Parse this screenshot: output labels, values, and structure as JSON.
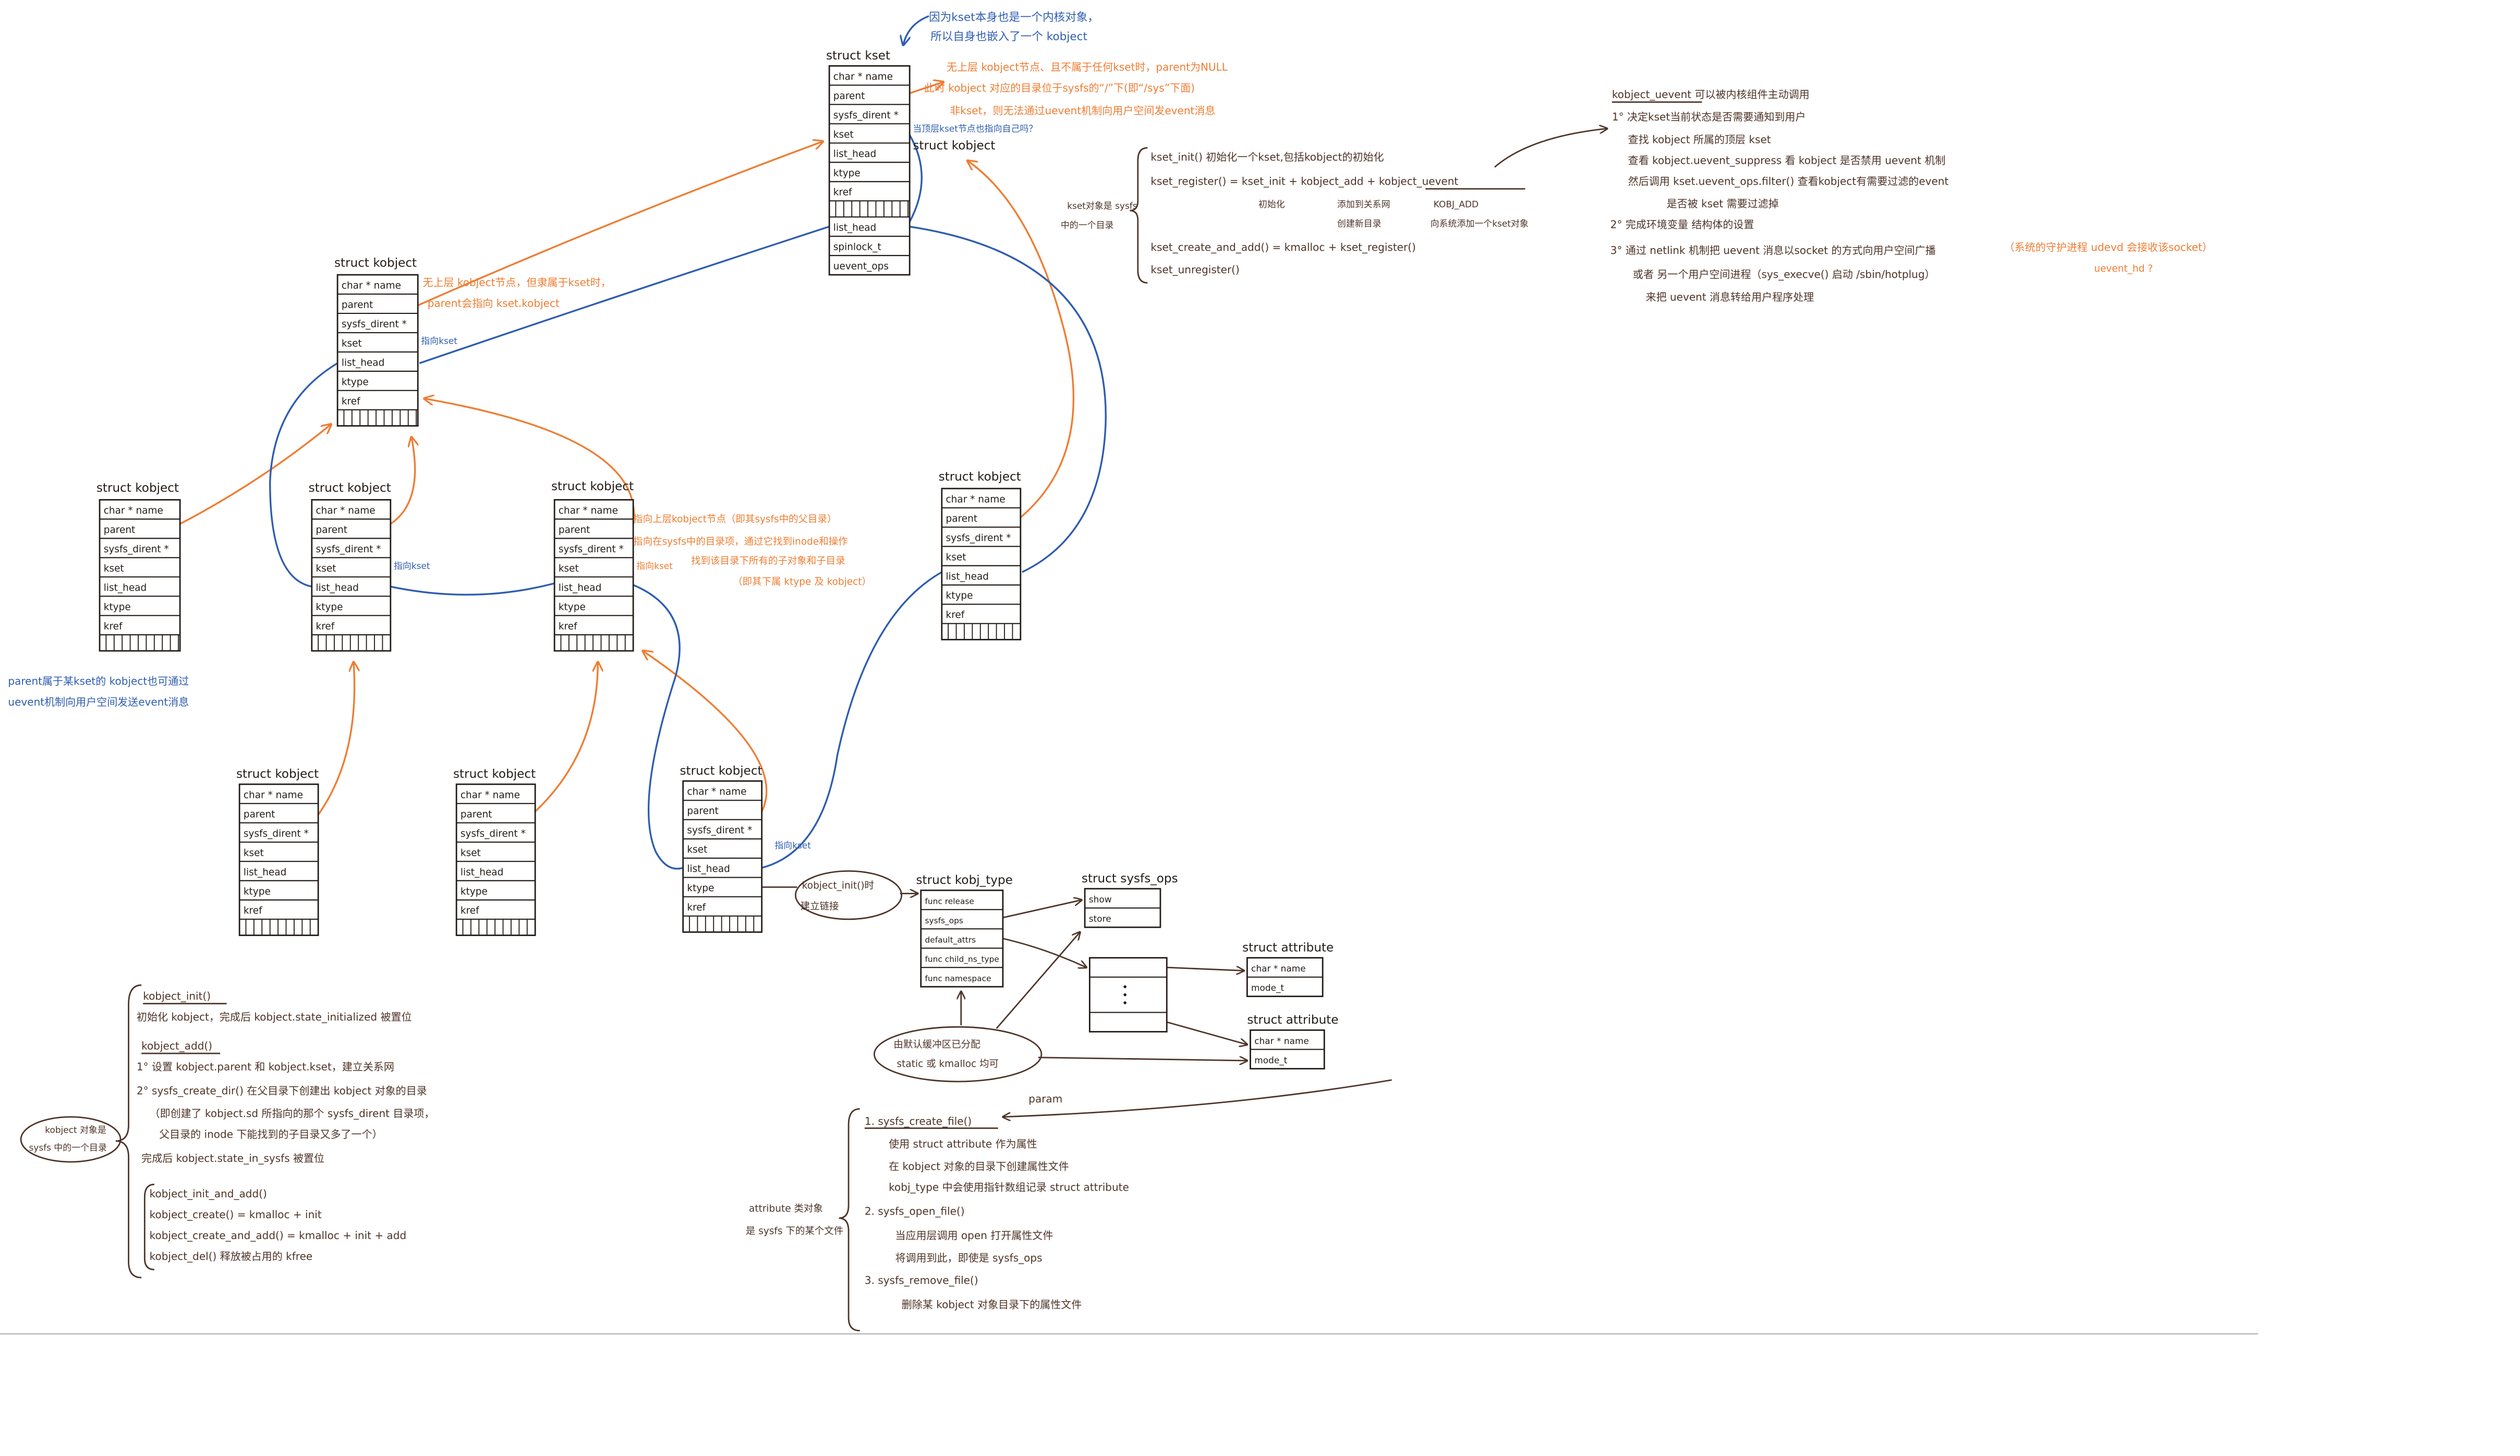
{
  "titles": {
    "kobject": "struct kobject",
    "kset": "struct kset",
    "kobj_type": "struct kobj_type",
    "sysfs_ops": "struct sysfs_ops",
    "attribute": "struct attribute"
  },
  "fields": {
    "kobject": [
      "char * name",
      "parent",
      "sysfs_dirent *",
      "kset",
      "list_head",
      "ktype",
      "kref"
    ],
    "kset_extra": [
      "list_head",
      "spinlock_t",
      "uevent_ops"
    ],
    "kobj_type": [
      "func release",
      "sysfs_ops",
      "default_attrs",
      "func child_ns_type",
      "func namespace"
    ],
    "sysfs_ops": [
      "show",
      "store"
    ],
    "attribute": [
      "char * name",
      "mode_t"
    ]
  },
  "notes": {
    "kset_embeds_kobject": [
      "因为kset本身也是一个内核对象，",
      "所以自身也嵌入了一个 kobject"
    ],
    "toplevel_parent": [
      "无上层 kobject节点、且不属于任何kset时，parent为NULL",
      "此时 kobject 对应的目录位于sysfs的“/”下(即“/sys”下面)",
      "非kset，则无法通过uevent机制向用户空间发event消息"
    ],
    "kset_self_question": "当顶层kset节点也指向自己吗？",
    "parent_to_kset": [
      "无上层 kobject节点，但隶属于kset时，",
      "parent会指向 kset.kobject"
    ],
    "points_to_kset": "指向kset",
    "uevent_through_kset": [
      "parent属于某kset的 kobject也可通过",
      "uevent机制向用户空间发送event消息"
    ],
    "field_meanings": [
      "指向上层kobject节点（即其sysfs中的父目录）",
      "指向在sysfs中的目录项，通过它找到inode和操作",
      "找到该目录下所有的子对象和子目录",
      "（即其下属 ktype 及 kobject）"
    ],
    "init_link": [
      "kobject_init()时",
      "建立链接"
    ],
    "attr_alloc": [
      "由默认缓冲区已分配",
      "static 或 kmalloc 均可"
    ],
    "param": "param"
  },
  "kset_api": {
    "label": [
      "kset对象是 sysfs",
      "中的一个目录"
    ],
    "lines": [
      "kset_init()   初始化一个kset,包括kobject的初始化",
      "kset_register() = kset_init + kobject_add + kobject_uevent",
      "kset_create_and_add() = kmalloc + kset_register()",
      "kset_unregister()"
    ],
    "sub": {
      "init": "初始化",
      "add": "添加到关系网",
      "kobj_add": "KOBJ_ADD",
      "mkdir": "创建新目录",
      "announce": "向系统添加一个kset对象"
    }
  },
  "uevent_api": {
    "lines": [
      "kobject_uevent  可以被内核组件主动调用",
      "1° 决定kset当前状态是否需要通知到用户",
      "查找 kobject 所属的顶层 kset",
      "查看 kobject.uevent_suppress 看 kobject 是否禁用 uevent 机制",
      "然后调用 kset.uevent_ops.filter() 查看kobject有需要过滤的event",
      "是否被 kset 需要过滤掉",
      "2° 完成环境变量 结构体的设置",
      "3° 通过 netlink 机制把 uevent 消息以socket 的方式向用户空间广播",
      "或者 另一个用户空间进程（sys_execve() 启动 /sbin/hotplug）",
      "来把 uevent 消息转给用户程序处理"
    ],
    "udevd_note": "（系统的守护进程 udevd 会接收该socket）",
    "helper_note": "uevent_hd ?"
  },
  "kobject_api": {
    "label": [
      "kobject 对象是",
      "sysfs 中的一个目录"
    ],
    "lines": [
      "kobject_init()",
      "初始化 kobject，完成后 kobject.state_initialized 被置位",
      "kobject_add()",
      "1° 设置 kobject.parent 和 kobject.kset，建立关系网",
      "2° sysfs_create_dir() 在父目录下创建出 kobject 对象的目录",
      "（即创建了 kobject.sd 所指向的那个 sysfs_dirent 目录项，",
      "父目录的 inode 下能找到的子目录又多了一个）",
      "完成后 kobject.state_in_sysfs 被置位",
      "kobject_init_and_add()",
      "kobject_create() = kmalloc + init",
      "kobject_create_and_add() = kmalloc + init + add",
      "kobject_del()    释放被占用的 kfree"
    ]
  },
  "attribute_api": {
    "label": [
      "attribute 类对象",
      "是 sysfs 下的某个文件"
    ],
    "lines": [
      "1. sysfs_create_file()",
      "使用 struct attribute 作为属性",
      "在 kobject 对象的目录下创建属性文件",
      "kobj_type 中会使用指针数组记录 struct attribute",
      "2. sysfs_open_file()",
      "当应用层调用 open 打开属性文件",
      "将调用到此，即使是 sysfs_ops",
      "3. sysfs_remove_file()",
      "删除某 kobject 对象目录下的属性文件"
    ]
  },
  "colors": {
    "orange": "#ee7d33",
    "blue": "#2f5db0",
    "brown": "#4e3428",
    "ink": "#221c18"
  }
}
